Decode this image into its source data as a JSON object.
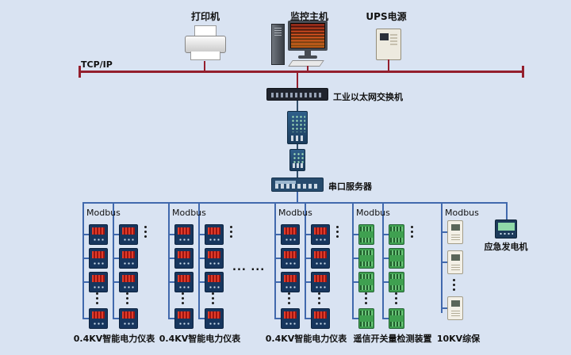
{
  "top_devices": {
    "printer": {
      "label": "打印机"
    },
    "host": {
      "label": "监控主机"
    },
    "ups": {
      "label": "UPS电源"
    }
  },
  "network": {
    "tcp_label": "TCP/IP",
    "switch_label": "工业以太网交换机",
    "serial_server_label": "串口服务器"
  },
  "groups": [
    {
      "bus_label": "Modbus",
      "label": "0.4KV智能电力仪表"
    },
    {
      "bus_label": "Modbus",
      "label": "0.4KV智能电力仪表"
    },
    {
      "bus_label": "Modbus",
      "label": "0.4KV智能电力仪表"
    },
    {
      "bus_label": "Modbus",
      "label": "遥信开关量检测装置"
    },
    {
      "bus_label": "Modbus",
      "label": "10KV综保"
    }
  ],
  "generator": {
    "label": "应急发电机"
  },
  "ellipsis": "...  ...",
  "colors": {
    "tcp_bus": "#941f2d",
    "modbus_bus": "#4169ad",
    "background": "#d9e3f2"
  }
}
